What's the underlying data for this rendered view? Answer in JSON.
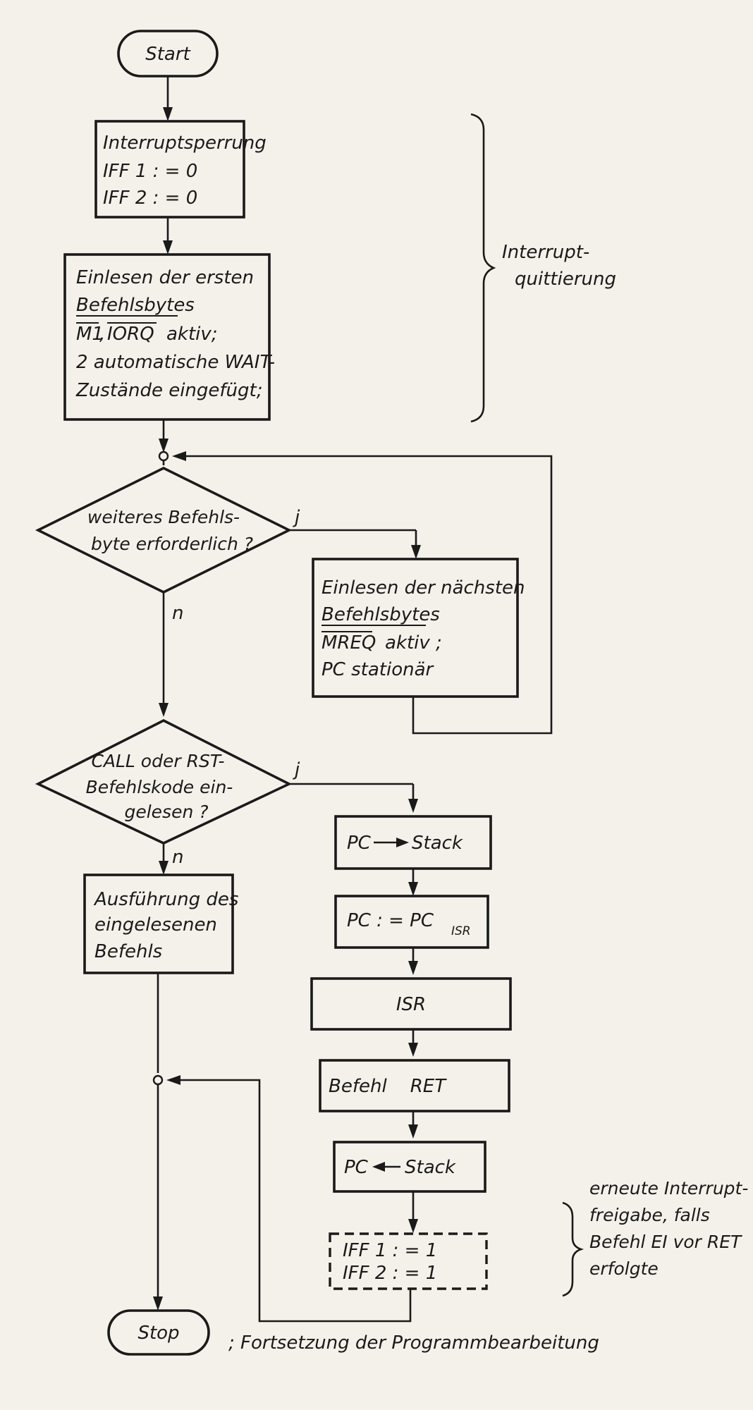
{
  "start": "Start",
  "stop": "Stop",
  "interrupt_disable": [
    "Interruptsperrung",
    "IFF 1 : = 0",
    "IFF 2 : = 0"
  ],
  "read_first": {
    "line1": "Einlesen der ersten",
    "line2": "Befehlsbytes",
    "signal_m1": "M1",
    "comma": ",",
    "signal_iorq": "IORQ",
    "active": "aktiv;",
    "line4": "2 automatische WAIT-",
    "line5": "Zustände eingefügt;"
  },
  "acknowledge_label": [
    "Interrupt-",
    "quittierung"
  ],
  "decision_more_bytes": [
    "weiteres Befehls-",
    "byte erforderlich ?"
  ],
  "read_next": {
    "line1": "Einlesen der nächsten",
    "line2": "Befehlsbytes",
    "signal_mreq": "MREQ",
    "active": "aktiv ;",
    "line4": "PC stationär"
  },
  "decision_call_rst": [
    "CALL oder RST-",
    "Befehlskode ein-",
    "gelesen ?"
  ],
  "branch_yes": "j",
  "branch_no": "n",
  "execute": [
    "Ausführung des",
    "eingelesenen",
    "Befehls"
  ],
  "push_pc": {
    "left": "PC",
    "right": "Stack"
  },
  "load_pc": {
    "text": "PC : = PC",
    "subscript": "ISR"
  },
  "isr": "ISR",
  "ret": "Befehl    RET",
  "pop_pc": {
    "left": "PC",
    "right": "Stack"
  },
  "iff_set": [
    "IFF 1 : = 1",
    "IFF 2 : = 1"
  ],
  "reenable_note": [
    "erneute Interrupt-",
    "freigabe, falls",
    "Befehl EI vor RET",
    "erfolgte"
  ],
  "continue_note": "; Fortsetzung der Programmbearbeitung"
}
